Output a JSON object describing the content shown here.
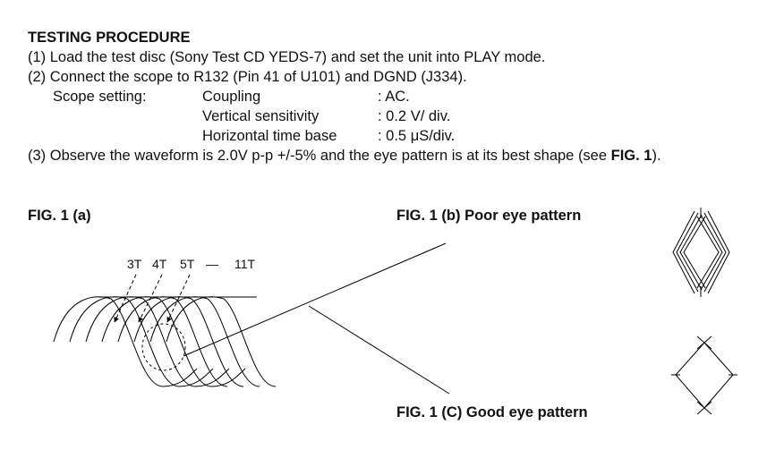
{
  "heading": "TESTING PROCEDURE",
  "steps": {
    "s1": "(1) Load the test disc (Sony Test CD YEDS-7) and set the unit into PLAY mode.",
    "s2": "(2) Connect the scope to R132 (Pin 41 of U101) and DGND (J334).",
    "s3_pre": "(3) Observe the waveform is 2.0V p-p +/-5% and the eye pattern is at its best shape (see ",
    "s3_bold": "FIG. 1",
    "s3_post": ")."
  },
  "scope": {
    "label": "Scope setting:",
    "rows": [
      {
        "name": "Coupling",
        "value": ": AC."
      },
      {
        "name": "Vertical sensitivity",
        "value": ": 0.2 V/ div."
      },
      {
        "name": "Horizontal time base",
        "value": ": 0.5 μS/div."
      }
    ]
  },
  "figures": {
    "a_title": "FIG. 1 (a)",
    "b_title": "FIG. 1 (b) Poor eye pattern",
    "c_title": "FIG. 1 (C) Good eye pattern",
    "labels": [
      "3T",
      "4T",
      "5T",
      "—",
      "11T"
    ]
  },
  "icons": {
    "poor": "poor-eye-pattern-icon",
    "good": "good-eye-pattern-icon"
  }
}
